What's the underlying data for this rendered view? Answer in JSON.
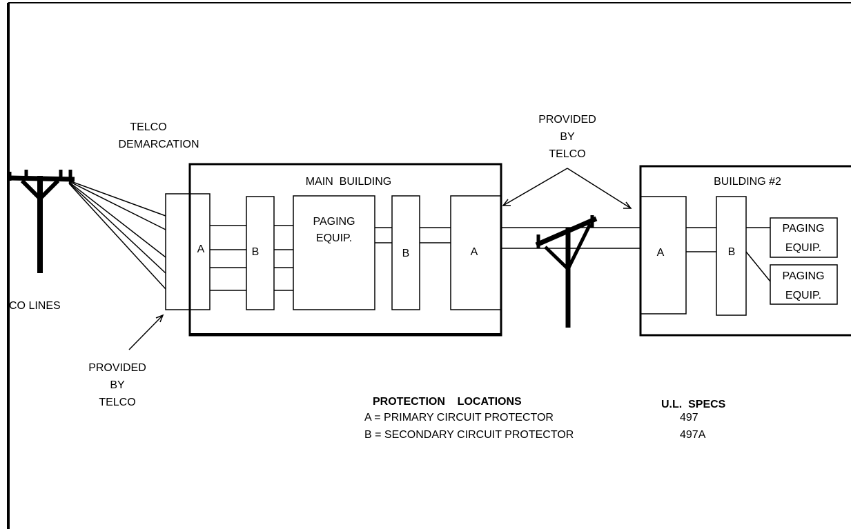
{
  "labels": {
    "telco_demarcation": [
      "TELCO",
      "DEMARCATION"
    ],
    "co_lines": "CO LINES",
    "provided_by_telco_left": [
      "PROVIDED",
      "BY",
      "TELCO"
    ],
    "provided_by_telco_top": [
      "PROVIDED",
      "BY",
      "TELCO"
    ],
    "main_building": "MAIN  BUILDING",
    "building_2": "BUILDING #2"
  },
  "main_building": {
    "protector_a_left": "A",
    "protector_b_left": "B",
    "paging_equip": [
      "PAGING",
      "EQUIP."
    ],
    "protector_b_right": "B",
    "protector_a_right": "A"
  },
  "building_2": {
    "protector_a": "A",
    "protector_b": "B",
    "paging_equip_1": [
      "PAGING",
      "EQUIP."
    ],
    "paging_equip_2": [
      "PAGING",
      "EQUIP."
    ]
  },
  "legend": {
    "heading": "PROTECTION    LOCATIONS",
    "specs_heading": "U.L.  SPECS",
    "rows": [
      {
        "text": "A = PRIMARY CIRCUIT PROTECTOR",
        "spec": "497"
      },
      {
        "text": "B = SECONDARY CIRCUIT PROTECTOR",
        "spec": "497A"
      }
    ]
  }
}
